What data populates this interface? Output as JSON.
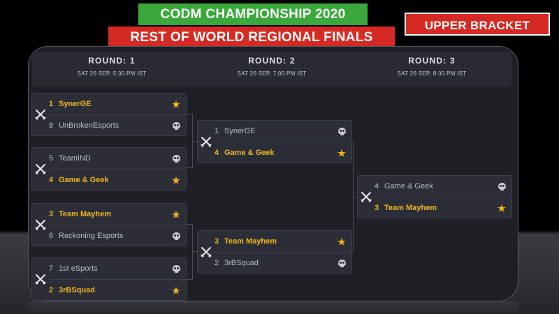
{
  "header": {
    "title": "CODM CHAMPIONSHIP 2020",
    "subtitle": "REST OF WORLD REGIONAL FINALS",
    "bracket_label": "UPPER BRACKET"
  },
  "rounds": [
    {
      "title": "ROUND: 1",
      "time": "SAT 26 SEP, 5:30 PM IST"
    },
    {
      "title": "ROUND: 2",
      "time": "SAT 26 SEP, 7:00 PM IST"
    },
    {
      "title": "ROUND: 3",
      "time": "SAT 26 SEP, 8:30 PM IST"
    }
  ],
  "matches": [
    {
      "team1": {
        "seed": "1",
        "name": "SynerGE",
        "result": "win"
      },
      "team2": {
        "seed": "8",
        "name": "UnBrokenEsports",
        "result": "loss"
      }
    },
    {
      "team1": {
        "seed": "5",
        "name": "TeamIND",
        "result": "loss"
      },
      "team2": {
        "seed": "4",
        "name": "Game & Geek",
        "result": "win"
      }
    },
    {
      "team1": {
        "seed": "3",
        "name": "Team Mayhem",
        "result": "win"
      },
      "team2": {
        "seed": "6",
        "name": "Reckoning Esports",
        "result": "loss"
      }
    },
    {
      "team1": {
        "seed": "7",
        "name": "1st eSports",
        "result": "loss"
      },
      "team2": {
        "seed": "2",
        "name": "3rBSquad",
        "result": "win"
      }
    },
    {
      "team1": {
        "seed": "1",
        "name": "SynerGE",
        "result": "loss"
      },
      "team2": {
        "seed": "4",
        "name": "Game & Geek",
        "result": "win"
      }
    },
    {
      "team1": {
        "seed": "3",
        "name": "Team Mayhem",
        "result": "win"
      },
      "team2": {
        "seed": "2",
        "name": "3rBSquad",
        "result": "loss"
      }
    },
    {
      "team1": {
        "seed": "4",
        "name": "Game & Geek",
        "result": "loss"
      },
      "team2": {
        "seed": "3",
        "name": "Team Mayhem",
        "result": "win"
      }
    }
  ],
  "icons": {
    "match": "crossed-swords-icon",
    "win": "star-icon",
    "loss": "skull-icon"
  },
  "colors": {
    "title_bg": "#3aa83a",
    "subtitle_bg": "#d52a23",
    "bracket_bg": "#d52a23",
    "winner_text": "#f2b51c",
    "loser_text": "#b9bdc4",
    "panel_bg": "#1e2026",
    "match_bg": "#2b2e36"
  }
}
